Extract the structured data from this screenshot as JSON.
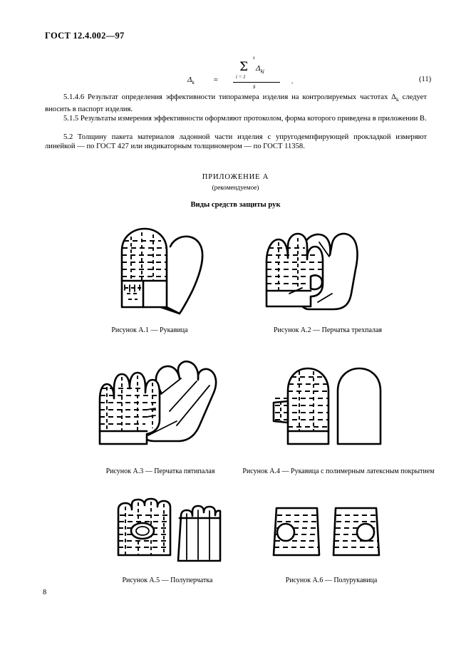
{
  "document": {
    "header": "ГОСТ 12.4.002—97",
    "page_number": "8"
  },
  "formula": {
    "lhs": "Δ",
    "lhs_sub": "k",
    "equals": "=",
    "sigma": "Σ",
    "upper_limit": "s",
    "lower_limit": "i = 1",
    "term": "Δ",
    "term_sub": "kj",
    "denominator": "s",
    "trailing_punct": ".",
    "number": "(11)"
  },
  "paragraphs": [
    {
      "id": "5.1.4.6",
      "text_before_sub": "5.1.4.6  Результат определения эффективности типоразмера изделия на контролируемых частотах Δ",
      "sub": "k",
      "text_after_sub": " следует вносить в паспорт изделия."
    },
    {
      "id": "5.1.5",
      "text": "5.1.5  Результаты измерения эффективности оформляют протоколом, форма которого приведена в приложении В."
    },
    {
      "id": "5.2",
      "text": "5.2  Толщину пакета материалов ладонной части изделия с упругодемпфирующей прокладкой измеряют линейкой — по ГОСТ 427 или индикаторным толщиномером — по ГОСТ 11358."
    }
  ],
  "appendix": {
    "title": "ПРИЛОЖЕНИЕ А",
    "subtitle": "(рекомендуемое)",
    "section_title": "Виды средств защиты рук"
  },
  "figures": [
    {
      "id": "А.1",
      "caption": "Рисунок А.1 — Рукавица",
      "name": "mitten"
    },
    {
      "id": "А.2",
      "caption": "Рисунок А.2 — Перчатка трехпалая",
      "name": "three-finger-glove"
    },
    {
      "id": "А.3",
      "caption": "Рисунок А.3 — Перчатка пятипалая",
      "name": "five-finger-glove"
    },
    {
      "id": "А.4",
      "caption": "Рисунок А.4 — Рукавица с полимерным латексным покрытием",
      "name": "mitten-latex-coated"
    },
    {
      "id": "А.5",
      "caption": "Рисунок А.5 — Полуперчатка",
      "name": "half-glove"
    },
    {
      "id": "А.6",
      "caption": "Рисунок А.6 — Полурукавица",
      "name": "half-mitten"
    }
  ],
  "colors": {
    "ink": "#000000",
    "paper": "#ffffff"
  }
}
